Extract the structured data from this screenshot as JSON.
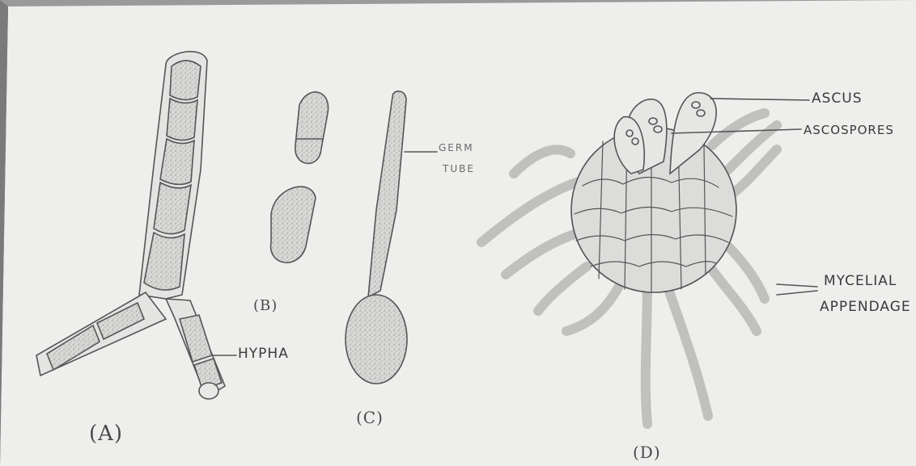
{
  "figure_labels": {
    "a": "(A)",
    "b": "(B)",
    "c": "(C)",
    "d": "(D)"
  },
  "annotations": {
    "hypha": "HYPHA",
    "germ_tube_line1": "GERM",
    "germ_tube_line2": "TUBE",
    "ascus": "ASCUS",
    "ascospores": "ASCOSPORES",
    "mycelial_line1": "MYCELIAL",
    "mycelial_line2": "APPENDAGE"
  },
  "watermark": "",
  "colors": {
    "paper": "#ededeb",
    "pencil": "#5a5a5a",
    "fill": "#d6d6d4"
  }
}
